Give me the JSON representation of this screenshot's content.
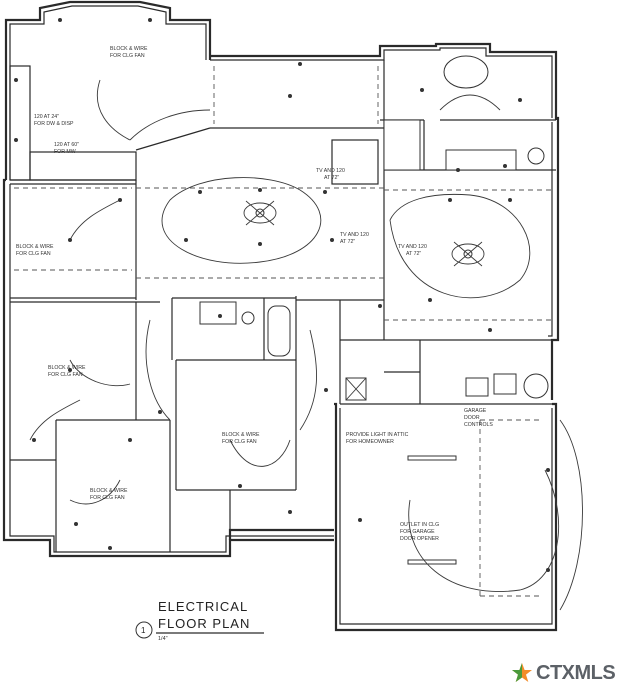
{
  "rooms": {
    "room_top_left": "BLOCK & WIRE\nFOR CLG FAN",
    "room_left_upper": "BLOCK & WIRE\nFOR CLG FAN",
    "room_left_middle": "BLOCK & WIRE\nFOR CLG FAN",
    "room_bottom_left": "BLOCK & WIRE\nFOR CLG FAN",
    "room_center_lower": "BLOCK & WIRE\nFOR CLG FAN"
  },
  "notes": {
    "kitchen_dw": "120 AT 24\"\nFOR DW & DISP",
    "kitchen_mw": "120 AT 60\"\nFOR MW",
    "tv_kitchen": "TV AND 120\nAT 72\"",
    "tv_living": "TV AND 120\nAT 72\"",
    "tv_master": "TV AND 120\nAT 72\"",
    "garage_controls": "GARAGE\nDOOR\nCONTROLS",
    "attic_light": "PROVIDE LIGHT IN ATTIC\nFOR HOMEOWNER",
    "garage_opener": "OUTLET IN CLG\nFOR GARAGE\nDOOR OPENER"
  },
  "title_block": {
    "number": "1",
    "title_line1": "ELECTRICAL",
    "title_line2": "FLOOR PLAN",
    "scale": "1/4\""
  },
  "logo": {
    "text": "CTXMLS",
    "colors": {
      "star_orange": "#f28c28",
      "star_green": "#4a9a3b",
      "text": "#5c6167"
    }
  }
}
